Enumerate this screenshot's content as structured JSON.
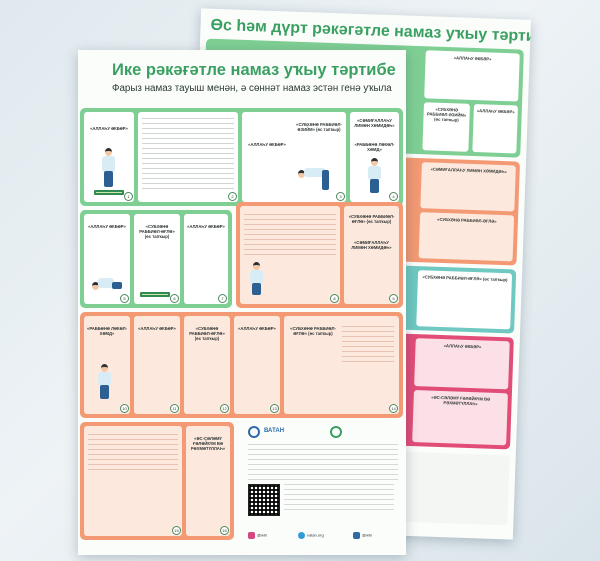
{
  "back_poster": {
    "title": "Өс һәм дүрт рәкәгәтле намаз уҡыу тәртибе",
    "captions": [
      "«АЛЛАҺУ ӘКБӘР»",
      "«СУБХӘНӘ РАББИӘЛ-ӘЗИЙМ» (өс тапҡыр)",
      "«АЛЛАҺУ ӘКБӘР»",
      "«СӘМИҒАЛЛАҺУ ЛИМӘН ХӘМИДӘҺ»",
      "«СУБХӘНӘ РАББИӘЛ-ӘҒЛӘ»",
      "«СУБХӘНӘ РАББИӘЛ-ӘҒЛӘ» (өс тапҡыр)",
      "«АЛЛАҺУ ӘКБӘР»",
      "«ӘС-СӘЛӘМҮ ҒӘЛӘЙКҮМ ВӘ РӘХМӘТҮЛЛАҺ»"
    ]
  },
  "front_poster": {
    "title": "Ике рәкәғәтле намаз уҡыу тәртибе",
    "subtitle": "Фарыз намаз тауыш менән, ә сөннәт намаз эстән генә уҡыла",
    "row1_captions": [
      "«АЛЛАҺУ ӘКБӘР»",
      "«АЛЛАҺУ ӘКБӘР»",
      "«СУБХӘНӘ РАББИӘЛ-ӘЗИЙМ» (өс тапҡыр)",
      "«СӘМИҒАЛЛАҺУ ЛИМӘН ХӘМИДӘҺ»",
      "«РАББӘНӘ ЛӘКӘЛ-ХӘМД»"
    ],
    "row2_captions": [
      "«АЛЛАҺУ ӘКБӘР»",
      "«СУБХӘНӘ РАББИӘЛ-ӘҒЛӘ» (өс тапҡыр)",
      "«АЛЛАҺУ ӘКБӘР»",
      "«СУБХӘНӘ РАББИӘЛ-ӘҒЛӘ» (өс тапҡыр)",
      "«СӘМИҒАЛЛАҺУ ЛИМӘН ХӘМИДӘҺ»"
    ],
    "row3_captions": [
      "«РАББӘНӘ ЛӘКӘЛ-ХӘМД»",
      "«АЛЛАҺУ ӘКБӘР»",
      "«СУБХӘНӘ РАББИӘЛ-ӘҒЛӘ» (өс тапҡыр)",
      "«АЛЛАҺУ ӘКБӘР»",
      "«СУБХӘНӘ РАББИӘЛ-ӘҒЛӘ» (өс тапҡыр)"
    ],
    "final_captions": [
      "«ӘС-СӘЛӘМҮ ҒӘЛӘЙКҮМ ВӘ РӘХМӘТҮЛЛАҺ»"
    ],
    "logo_name": "ВАТАН",
    "social": [
      "@wtn",
      "vatan.org",
      "@wtn"
    ]
  }
}
